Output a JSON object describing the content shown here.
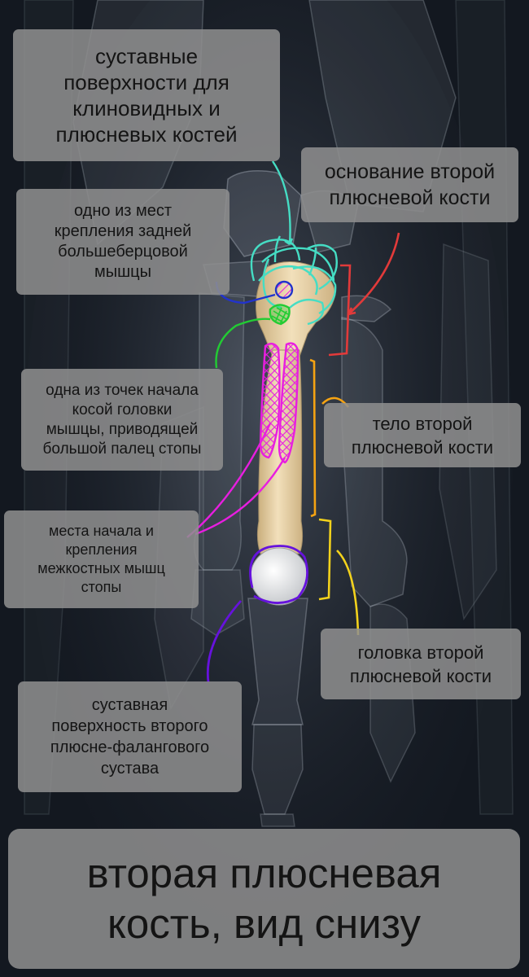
{
  "labels": {
    "articular_surfaces": "суставные\nповерхности для\nклиновидных и\nплюсневых костей",
    "base": "основание второй\nплюсневой кости",
    "tibialis_posterior": "одно из мест\nкрепления задней\nбольшеберцовой\nмышцы",
    "adductor_hallucis": "одна из точек начала\nкосой головки\nмышцы, приводящей\nбольшой палец стопы",
    "body": "тело второй\nплюсневой кости",
    "interosseous": "места начала и\nкрепления\nмежкостных мышц\nстопы",
    "head": "головка второй\nплюсневой кости",
    "mtp_surface": "суставная\nповерхность второго\nплюсне-фалангового\nсустава",
    "title": "вторая плюсневая\nкость, вид снизу"
  },
  "colors": {
    "background": "#131820",
    "label_background": "#8f8f8f",
    "bone": "#e6d1a6",
    "articular_cyan": "#45ddc4",
    "tibialis_blue": "#2233cc",
    "adductor_green": "#22cc33",
    "interosseous_magenta": "#e81ee0",
    "body_orange": "#f5a312",
    "base_red": "#e23a3a",
    "head_yellow": "#f3d21c",
    "mtp_purple": "#6612dd"
  }
}
